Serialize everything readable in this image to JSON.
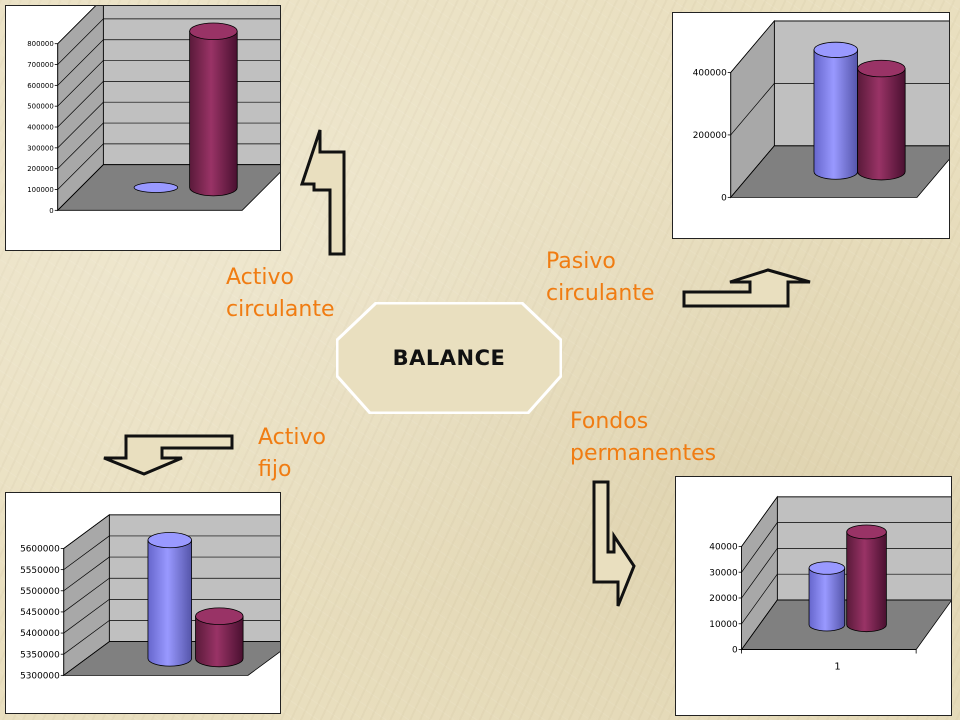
{
  "center": {
    "title": "BALANCE"
  },
  "labels": {
    "activo_circulante": [
      "Activo",
      "circulante"
    ],
    "pasivo_circulante": [
      "Pasivo",
      "circulante"
    ],
    "activo_fijo": [
      "Activo",
      "fijo"
    ],
    "fondos_permanentes": [
      "Fondos",
      "permanentes"
    ]
  },
  "colors": {
    "label": "#f07c12",
    "series_1": "#9999ff",
    "series_2": "#993366",
    "floor": "#808080",
    "wall": "#c0c0c0"
  },
  "chart_data": [
    {
      "id": "activo_circulante",
      "type": "bar",
      "style": "3d-cylinder",
      "y_ticks": [
        "0",
        "100000",
        "200000",
        "300000",
        "400000",
        "500000",
        "600000",
        "700000",
        "800000"
      ],
      "ylim": [
        0,
        800000
      ],
      "series": [
        {
          "values": [
            0
          ]
        },
        {
          "values": [
            750000
          ]
        }
      ]
    },
    {
      "id": "pasivo_circulante",
      "type": "bar",
      "style": "3d-cylinder",
      "y_ticks": [
        "0",
        "200000",
        "400000"
      ],
      "ylim": [
        0,
        400000
      ],
      "series": [
        {
          "values": [
            390000
          ]
        },
        {
          "values": [
            330000
          ]
        }
      ]
    },
    {
      "id": "activo_fijo",
      "type": "bar",
      "style": "3d-cylinder",
      "y_ticks": [
        "5300000",
        "5350000",
        "5400000",
        "5450000",
        "5500000",
        "5550000",
        "5600000"
      ],
      "ylim": [
        5300000,
        5600000
      ],
      "series": [
        {
          "values": [
            5580000
          ]
        },
        {
          "values": [
            5400000
          ]
        }
      ]
    },
    {
      "id": "fondos_permanentes",
      "type": "bar",
      "style": "3d-cylinder",
      "categories": [
        "1"
      ],
      "y_ticks": [
        "0",
        "10000",
        "20000",
        "30000",
        "40000"
      ],
      "ylim": [
        0,
        40000
      ],
      "series": [
        {
          "values": [
            22000
          ]
        },
        {
          "values": [
            36000
          ]
        }
      ]
    }
  ]
}
